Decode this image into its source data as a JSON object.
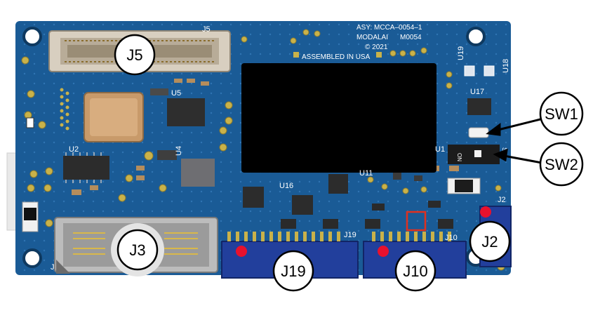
{
  "board": {
    "silkscreen": {
      "asy": "ASY: MCCA–0054–1",
      "maker": "MODALAI",
      "part": "M0054",
      "copyright": "© 2021",
      "origin": "ASSEMBLED IN USA"
    },
    "refdes": {
      "J5": "J5",
      "U5": "U5",
      "U2": "U2",
      "U4": "U4",
      "U16": "U16",
      "U11": "U11",
      "U19": "U19",
      "U18": "U18",
      "U17": "U17",
      "U1": "U1",
      "J2": "J2",
      "J19": "J19",
      "J10": "J10",
      "J1": "J",
      "on": "ON",
      "sw": "SW"
    }
  },
  "callouts": {
    "J5": "J5",
    "J3": "J3",
    "J19": "J19",
    "J10": "J10",
    "J2": "J2",
    "SW1": "SW1",
    "SW2": "SW2"
  },
  "colors": {
    "pcb": "#1a5b96",
    "connector_blue": "#223f9c",
    "marker_red": "#e8112d",
    "highlight_box": "#e0301e",
    "black_chip": "#000000"
  }
}
